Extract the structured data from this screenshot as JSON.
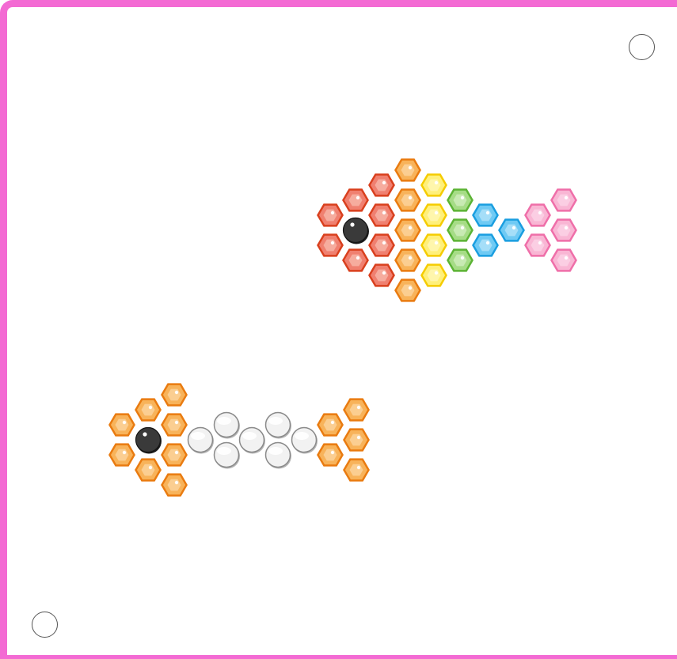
{
  "board": {
    "frame_color": "#f36ad3",
    "pegs": [
      "top-right-corner-peg",
      "bottom-left-corner-peg"
    ]
  },
  "palette": {
    "red": {
      "fill": "#f08070",
      "stroke": "#d9401e",
      "light": "#fbd0c4"
    },
    "orange": {
      "fill": "#f8b35a",
      "stroke": "#e97b10",
      "light": "#fde4c0"
    },
    "yellow": {
      "fill": "#fff07a",
      "stroke": "#f5cc00",
      "light": "#fffbd6"
    },
    "green": {
      "fill": "#a6dc86",
      "stroke": "#5cb335",
      "light": "#e4f5d8"
    },
    "blue": {
      "fill": "#6fcaf4",
      "stroke": "#1a9ee0",
      "light": "#d2effc"
    },
    "pink": {
      "fill": "#f9b6d4",
      "stroke": "#ef6fa9",
      "light": "#fde2ee"
    },
    "white": {
      "fill": "#f2f2f2",
      "stroke": "#8a8a8a",
      "light": "#ffffff"
    },
    "black": {
      "fill": "#3a3a3a",
      "stroke": "#151515",
      "light": "#ffffff"
    }
  },
  "patterns": [
    {
      "name": "rainbow-fish",
      "beads": [
        {
          "shape": "hex",
          "color": "red"
        },
        {
          "shape": "hex",
          "color": "red"
        },
        {
          "shape": "hex",
          "color": "red"
        },
        {
          "shape": "circle",
          "color": "black"
        },
        {
          "shape": "hex",
          "color": "red"
        },
        {
          "shape": "hex",
          "color": "red"
        },
        {
          "shape": "hex",
          "color": "red"
        },
        {
          "shape": "hex",
          "color": "red"
        },
        {
          "shape": "hex",
          "color": "red"
        },
        {
          "shape": "hex",
          "color": "orange"
        },
        {
          "shape": "hex",
          "color": "orange"
        },
        {
          "shape": "hex",
          "color": "orange"
        },
        {
          "shape": "hex",
          "color": "orange"
        },
        {
          "shape": "hex",
          "color": "orange"
        },
        {
          "shape": "hex",
          "color": "yellow"
        },
        {
          "shape": "hex",
          "color": "yellow"
        },
        {
          "shape": "hex",
          "color": "yellow"
        },
        {
          "shape": "hex",
          "color": "yellow"
        },
        {
          "shape": "hex",
          "color": "green"
        },
        {
          "shape": "hex",
          "color": "green"
        },
        {
          "shape": "hex",
          "color": "green"
        },
        {
          "shape": "hex",
          "color": "blue"
        },
        {
          "shape": "hex",
          "color": "blue"
        },
        {
          "shape": "hex",
          "color": "blue"
        },
        {
          "shape": "hex",
          "color": "pink"
        },
        {
          "shape": "hex",
          "color": "pink"
        },
        {
          "shape": "hex",
          "color": "pink"
        },
        {
          "shape": "hex",
          "color": "pink"
        },
        {
          "shape": "hex",
          "color": "pink"
        }
      ]
    },
    {
      "name": "bone-fish",
      "beads": [
        {
          "shape": "hex",
          "color": "orange"
        },
        {
          "shape": "hex",
          "color": "orange"
        },
        {
          "shape": "hex",
          "color": "orange"
        },
        {
          "shape": "hex",
          "color": "orange"
        },
        {
          "shape": "hex",
          "color": "orange"
        },
        {
          "shape": "hex",
          "color": "orange"
        },
        {
          "shape": "hex",
          "color": "orange"
        },
        {
          "shape": "hex",
          "color": "orange"
        },
        {
          "shape": "circle",
          "color": "black"
        },
        {
          "shape": "circle",
          "color": "white"
        },
        {
          "shape": "circle",
          "color": "white"
        },
        {
          "shape": "circle",
          "color": "white"
        },
        {
          "shape": "circle",
          "color": "white"
        },
        {
          "shape": "circle",
          "color": "white"
        },
        {
          "shape": "circle",
          "color": "white"
        },
        {
          "shape": "circle",
          "color": "white"
        },
        {
          "shape": "hex",
          "color": "orange"
        },
        {
          "shape": "hex",
          "color": "orange"
        },
        {
          "shape": "hex",
          "color": "orange"
        },
        {
          "shape": "hex",
          "color": "orange"
        },
        {
          "shape": "hex",
          "color": "orange"
        }
      ]
    }
  ]
}
